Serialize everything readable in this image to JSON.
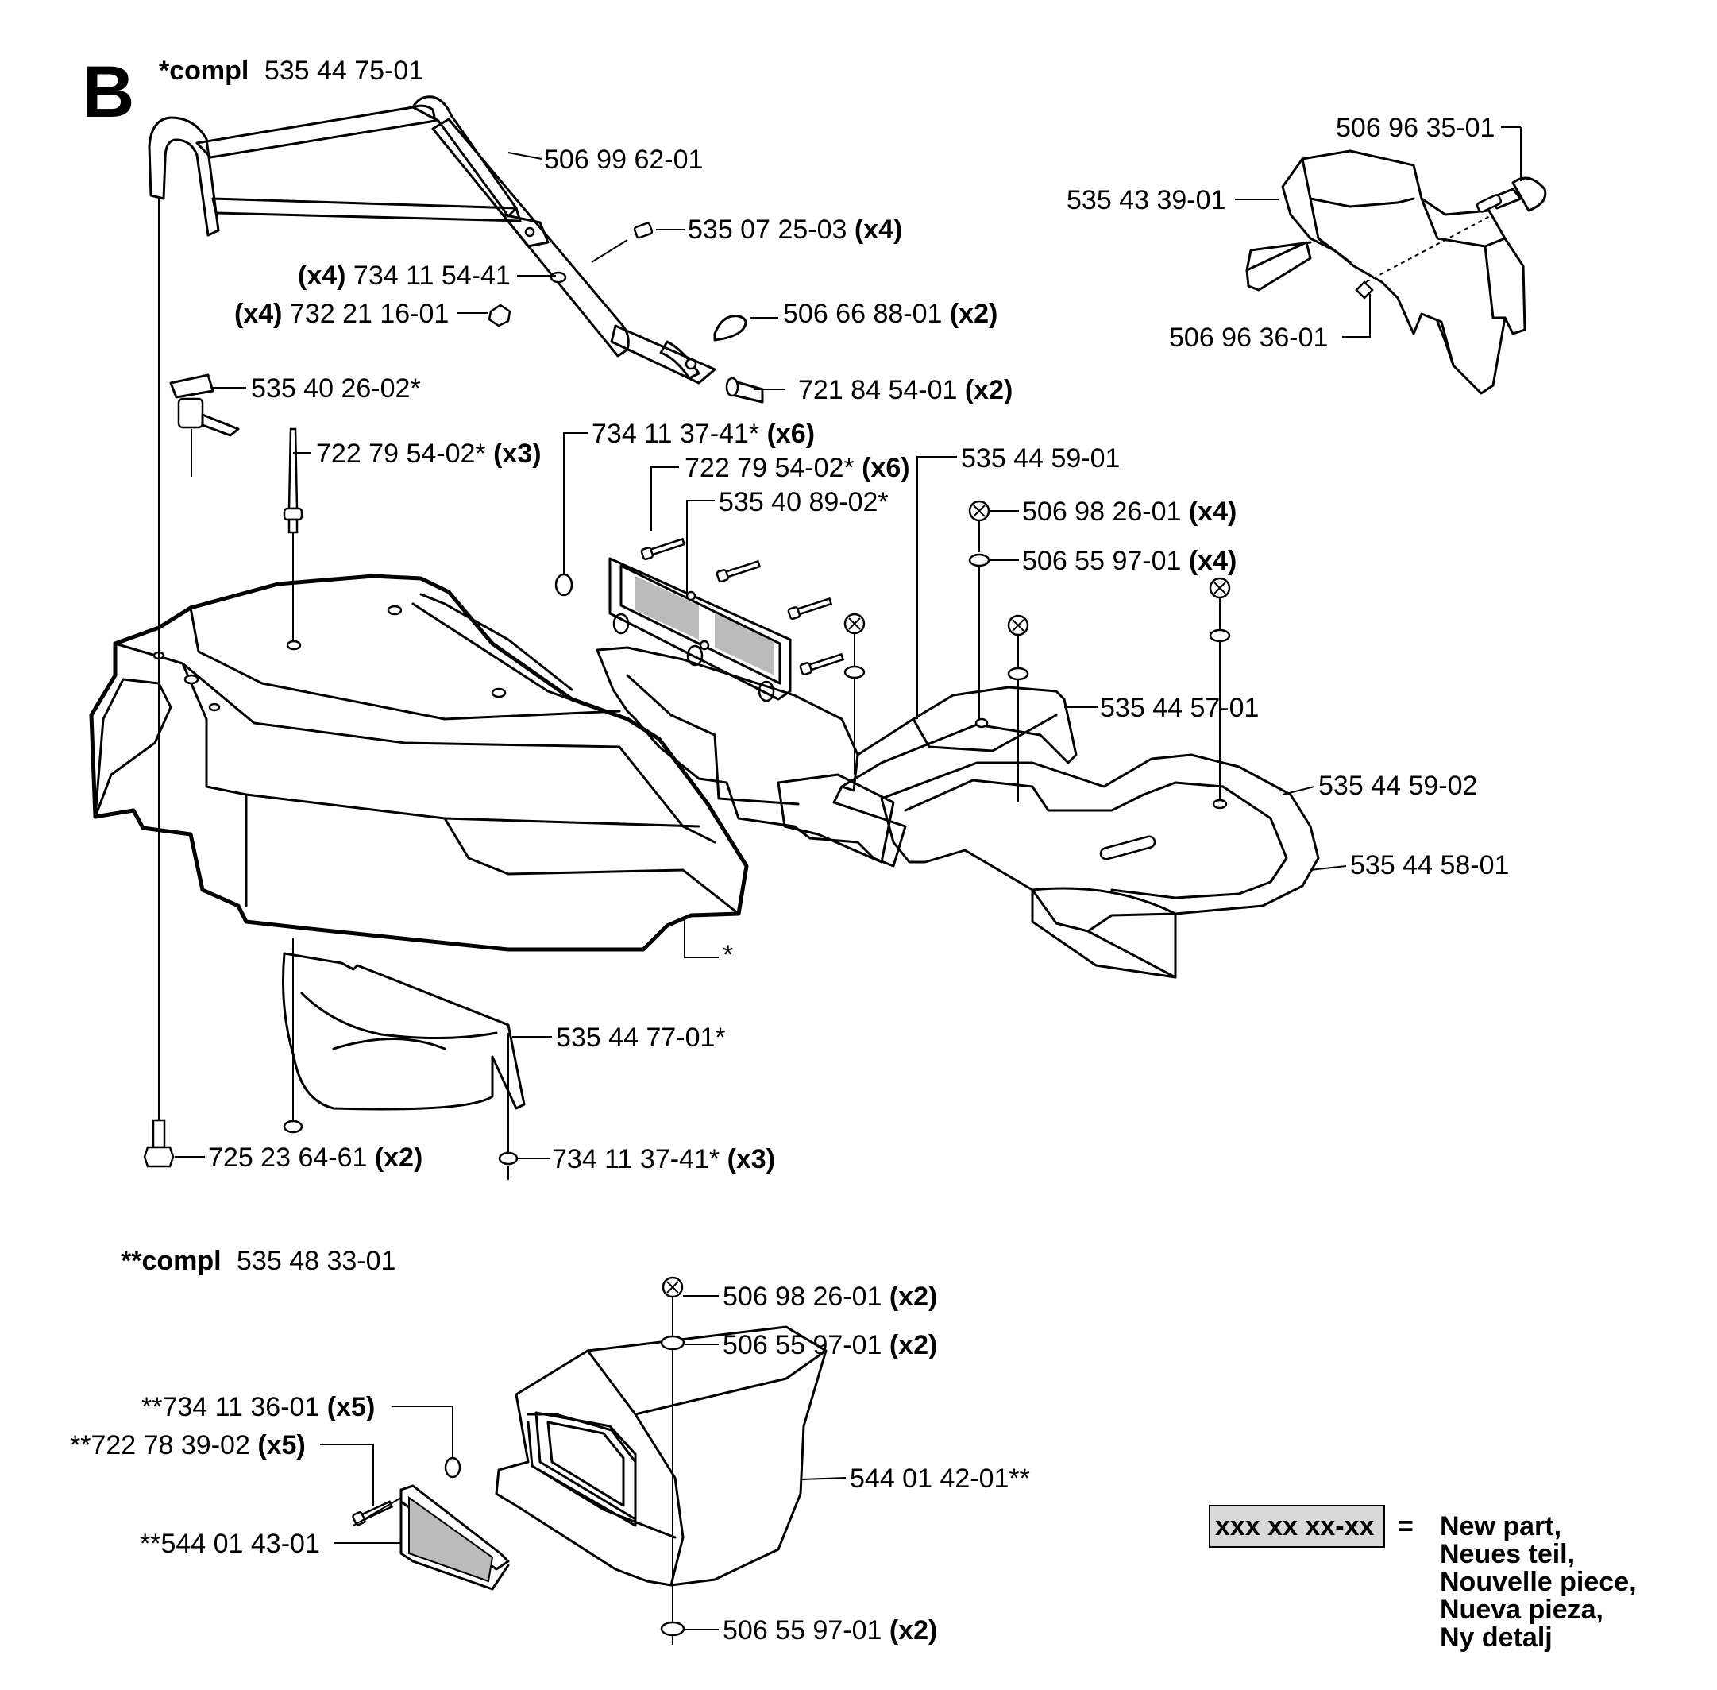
{
  "section_letter": "B",
  "kit_top": {
    "prefix": "*compl",
    "number": "535 44 75-01"
  },
  "kit_bottom": {
    "prefix": "**compl",
    "number": "535 48 33-01"
  },
  "labels": [
    {
      "id": "handle",
      "number": "506 99 62-01",
      "qty": ""
    },
    {
      "id": "screw-handle",
      "number": "535 07 25-03",
      "qty": "(x4)"
    },
    {
      "id": "washer-handle",
      "number": "734 11 54-41",
      "qty": "(x4)"
    },
    {
      "id": "nut-handle",
      "number": "732 21 16-01",
      "qty": "(x4)"
    },
    {
      "id": "clip",
      "number": "506 66 88-01",
      "qty": "(x2)"
    },
    {
      "id": "pin",
      "number": "721 84 54-01",
      "qty": "(x2)"
    },
    {
      "id": "latch",
      "number": "535 40 26-02*",
      "qty": ""
    },
    {
      "id": "rivet-a",
      "number": "722 79 54-02*",
      "qty": "(x3)"
    },
    {
      "id": "washer-a",
      "number": "734 11 37-41*",
      "qty": "(x6)"
    },
    {
      "id": "rivet-b",
      "number": "722 79 54-02*",
      "qty": "(x6)"
    },
    {
      "id": "grille",
      "number": "535 40 89-02*",
      "qty": ""
    },
    {
      "id": "tray",
      "number": "535 44 59-01",
      "qty": ""
    },
    {
      "id": "screw-tray",
      "number": "506 98 26-01",
      "qty": "(x4)"
    },
    {
      "id": "washer-tray",
      "number": "506 55 97-01",
      "qty": "(x4)"
    },
    {
      "id": "side-panel",
      "number": "535 44 57-01",
      "qty": ""
    },
    {
      "id": "tray-b",
      "number": "535 44 59-02",
      "qty": ""
    },
    {
      "id": "fender",
      "number": "535 44 58-01",
      "qty": ""
    },
    {
      "id": "hood-asterisk",
      "number": "*",
      "qty": ""
    },
    {
      "id": "bowl",
      "number": "535 44 77-01*",
      "qty": ""
    },
    {
      "id": "washer-bowl",
      "number": "734 11 37-41*",
      "qty": "(x3)"
    },
    {
      "id": "bolt",
      "number": "725 23 64-61",
      "qty": "(x2)"
    },
    {
      "id": "cover-pin",
      "number": "506 96 35-01",
      "qty": ""
    },
    {
      "id": "cover",
      "number": "535 43 39-01",
      "qty": ""
    },
    {
      "id": "cover-washer",
      "number": "506 96 36-01",
      "qty": ""
    },
    {
      "id": "box-screw",
      "number": "506 98 26-01",
      "qty": "(x2)"
    },
    {
      "id": "box-washer-top",
      "number": "506 55 97-01",
      "qty": "(x2)"
    },
    {
      "id": "box-washer-grille",
      "number": "**734 11 36-01",
      "qty": "(x5)",
      "qty_first": false
    },
    {
      "id": "box-rivet",
      "number": "**722 78 39-02",
      "qty": "(x5)",
      "qty_first": false
    },
    {
      "id": "box",
      "number": "544 01 42-01**",
      "qty": ""
    },
    {
      "id": "box-grille",
      "number": "**544 01 43-01",
      "qty": ""
    },
    {
      "id": "box-washer-bottom",
      "number": "506 55 97-01",
      "qty": "(x2)"
    }
  ],
  "legend": {
    "sample": "xxx xx xx-xx",
    "equals": "=",
    "lines": [
      "New part,",
      "Neues teil,",
      "Nouvelle piece,",
      "Nueva pieza,",
      "Ny detalj"
    ],
    "sample_fill": "#d9d9d9"
  }
}
